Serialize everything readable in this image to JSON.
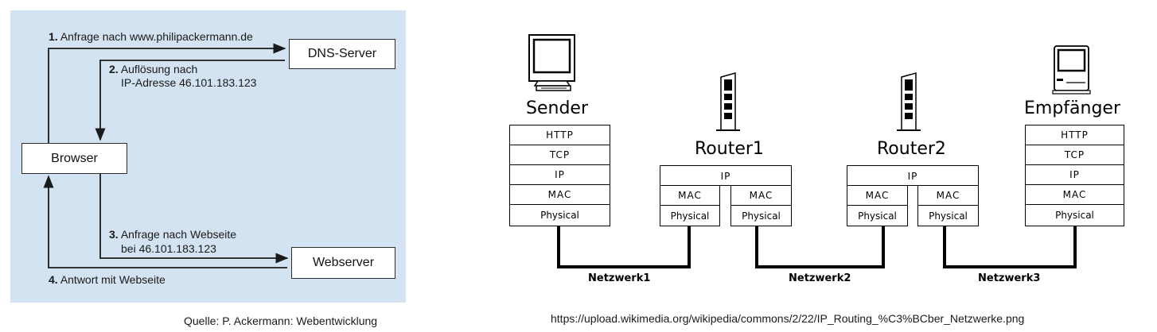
{
  "dns_diagram": {
    "boxes": {
      "dns": "DNS-Server",
      "browser": "Browser",
      "webserver": "Webserver"
    },
    "steps": [
      {
        "num": "1.",
        "lines": [
          "Anfrage nach www.philipackermann.de"
        ]
      },
      {
        "num": "2.",
        "lines": [
          "Auflösung nach",
          "IP-Adresse 46.101.183.123"
        ]
      },
      {
        "num": "3.",
        "lines": [
          "Anfrage nach Webseite",
          "bei 46.101.183.123"
        ]
      },
      {
        "num": "4.",
        "lines": [
          "Antwort mit Webseite"
        ]
      }
    ],
    "caption": "Quelle: P. Ackermann: Webentwicklung",
    "panel_color": "#d3e3f1"
  },
  "routing_diagram": {
    "sender": {
      "label": "Sender",
      "icon": "desktop-computer-icon",
      "layers": [
        "HTTP",
        "TCP",
        "IP",
        "MAC",
        "Physical"
      ]
    },
    "router1": {
      "label": "Router1",
      "icon": "server-tower-icon",
      "ip": "IP",
      "ports": [
        {
          "mac": "MAC",
          "phys": "Physical"
        },
        {
          "mac": "MAC",
          "phys": "Physical"
        }
      ]
    },
    "router2": {
      "label": "Router2",
      "icon": "server-tower-icon",
      "ip": "IP",
      "ports": [
        {
          "mac": "MAC",
          "phys": "Physical"
        },
        {
          "mac": "MAC",
          "phys": "Physical"
        }
      ]
    },
    "receiver": {
      "label": "Empfänger",
      "icon": "classic-mac-computer-icon",
      "layers": [
        "HTTP",
        "TCP",
        "IP",
        "MAC",
        "Physical"
      ]
    },
    "networks": [
      "Netzwerk1",
      "Netzwerk2",
      "Netzwerk3"
    ],
    "caption": "https://upload.wikimedia.org/wikipedia/commons/2/22/IP_Routing_%C3%BCber_Netzwerke.png"
  }
}
